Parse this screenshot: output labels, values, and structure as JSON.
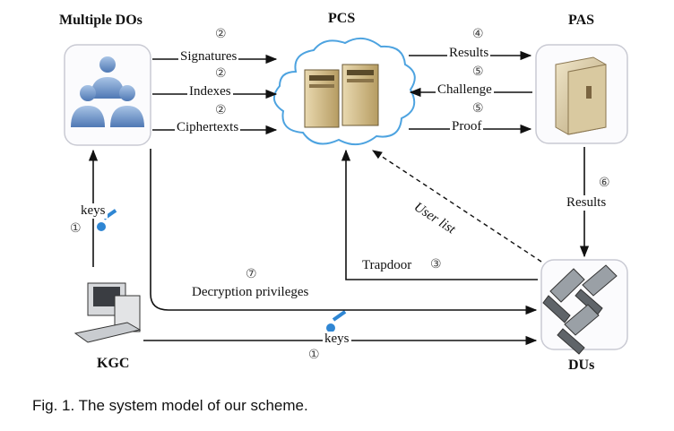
{
  "nodes": {
    "dos": "Multiple DOs",
    "pcs": "PCS",
    "pas": "PAS",
    "kgc": "KGC",
    "dus": "DUs"
  },
  "edges": {
    "signatures": {
      "step": "②",
      "label": "Signatures"
    },
    "indexes": {
      "step": "②",
      "label": "Indexes"
    },
    "ciphertexts": {
      "step": "②",
      "label": "Ciphertexts"
    },
    "results_pas": {
      "step": "④",
      "label": "Results"
    },
    "challenge": {
      "step": "⑤",
      "label": "Challenge"
    },
    "proof": {
      "step": "⑤",
      "label": "Proof"
    },
    "results_du": {
      "step": "⑥",
      "label": "Results"
    },
    "keys_do": {
      "step": "①",
      "label": "keys"
    },
    "user_list": {
      "label": "User list"
    },
    "trapdoor": {
      "step": "③",
      "label": "Trapdoor"
    },
    "decryption": {
      "step": "⑦",
      "label": "Decryption privileges"
    },
    "keys_du": {
      "step": "①",
      "label": "keys"
    }
  },
  "caption": "Fig. 1. The system model of our scheme."
}
